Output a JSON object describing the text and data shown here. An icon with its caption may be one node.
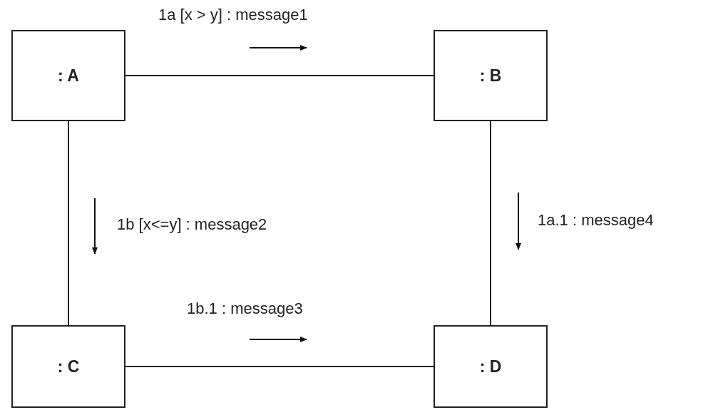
{
  "diagram": {
    "nodes": [
      {
        "text": [
          ": A"
        ]
      },
      {
        "text": [
          ": B"
        ]
      },
      {
        "text": [
          ": C"
        ]
      },
      {
        "text": [
          ": D"
        ]
      }
    ],
    "edges": [
      {
        "from": 0,
        "to": 1,
        "arrow": "none",
        "label": "1a [x > y] : message1"
      },
      {
        "from": 0,
        "to": 2,
        "arrow": "none",
        "label": "1b [x<=y] : message2"
      },
      {
        "from": 1,
        "to": 3,
        "arrow": "none",
        "label": "1a.1 : message4"
      },
      {
        "from": 2,
        "to": 3,
        "arrow": "none",
        "label": "1b.1 : message3"
      }
    ]
  }
}
